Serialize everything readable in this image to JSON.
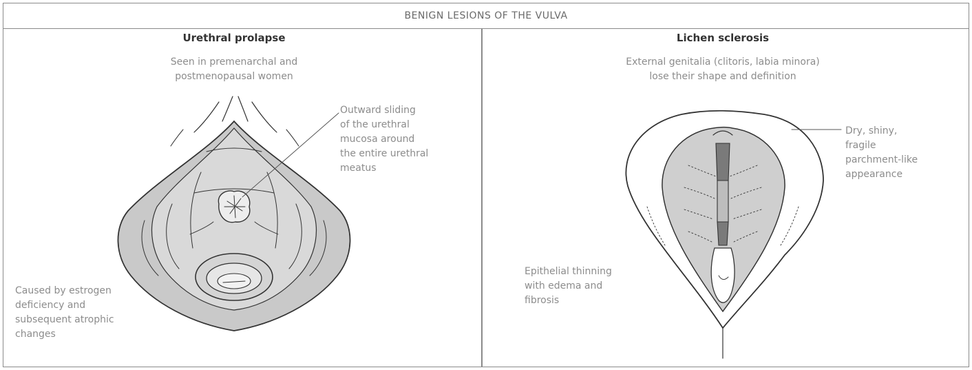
{
  "title": "BENIGN LESIONS OF THE VULVA",
  "left_panel": {
    "heading": "Urethral prolapse",
    "subtitle": [
      "Seen in premenarchal and",
      "postmenopausal women"
    ],
    "callout": [
      "Outward sliding",
      "of the urethral",
      "mucosa around",
      "the entire urethral",
      "meatus"
    ],
    "cause": [
      "Caused by estrogen",
      "deficiency and",
      "subsequent atrophic",
      "changes"
    ]
  },
  "right_panel": {
    "heading": "Lichen sclerosis",
    "subtitle": [
      "External genitalia (clitoris, labia minora)",
      "lose their shape and definition"
    ],
    "callout_right": [
      "Dry, shiny,",
      "fragile",
      "parchment-like",
      "appearance"
    ],
    "callout_left": [
      "Epithelial thinning",
      "with edema and",
      "fibrosis"
    ]
  }
}
